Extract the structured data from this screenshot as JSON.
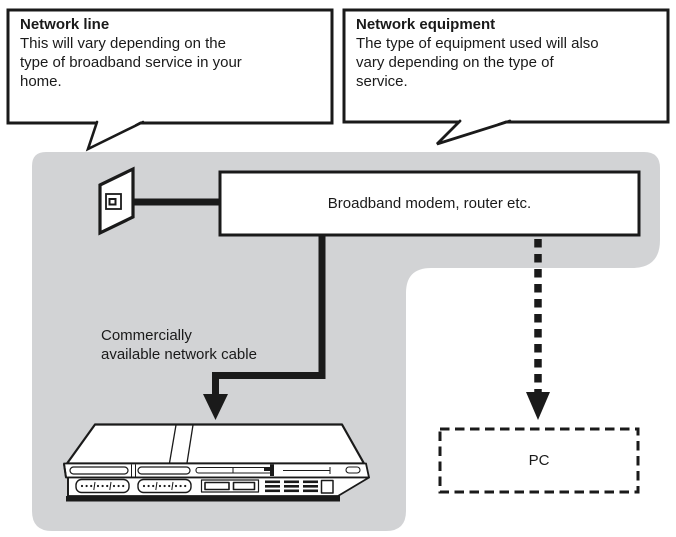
{
  "callouts": [
    {
      "title": "Network line",
      "lines": [
        "This will vary depending on the",
        "type of broadband service in your",
        "home."
      ]
    },
    {
      "title": "Network equipment",
      "lines": [
        "The type of equipment used will also",
        "vary depending on the type of",
        "service."
      ]
    }
  ],
  "labels": {
    "modem": "Broadband modem, router etc.",
    "cable": [
      "Commercially",
      "available network cable"
    ],
    "pc": "PC"
  },
  "icons": {
    "wall_outlet": "network-wall-outlet-icon",
    "console": "ps2-console-icon",
    "solid_arrow": "down-arrow-icon",
    "dashed_arrow": "dashed-down-arrow-icon"
  },
  "colors": {
    "panel_gray": "#d2d3d5",
    "ink": "#1a1a1a",
    "white": "#ffffff"
  }
}
